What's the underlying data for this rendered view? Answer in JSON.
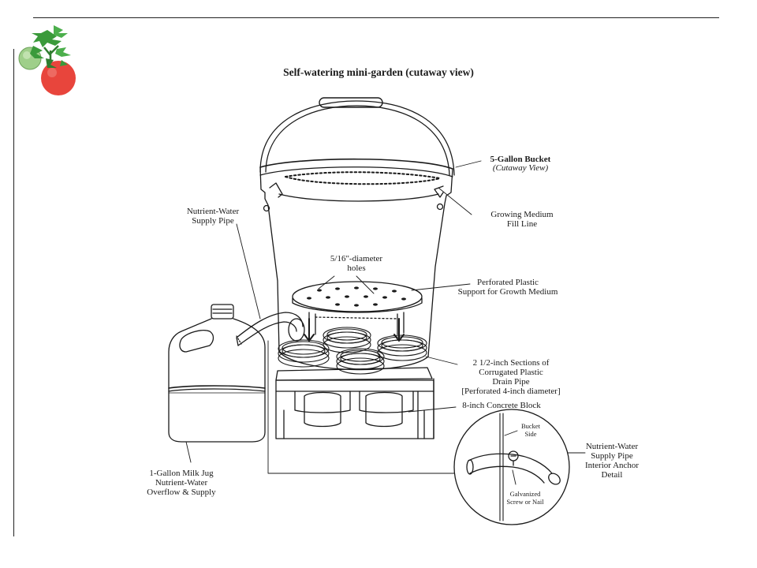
{
  "title": "Self-watering mini-garden (cutaway view)",
  "labels": {
    "bucket": "5-Gallon Bucket",
    "bucket_sub": "(Cutaway View)",
    "fill_line": "Growing Medium\nFill Line",
    "supply_pipe": "Nutrient-Water\nSupply Pipe",
    "holes": "5/16\"-diameter\nholes",
    "support": "Perforated Plastic\nSupport for Growth Medium",
    "drain_pipe": "2 1/2-inch Sections of\nCorrugated Plastic\nDrain Pipe\n[Perforated 4-inch diameter]",
    "block": "8-inch Concrete Block",
    "jug": "1-Gallon Milk Jug\nNutrient-Water\nOverflow & Supply",
    "anchor": "Nutrient-Water\nSupply Pipe\nInterior Anchor\nDetail",
    "bucket_side": "Bucket\nSide",
    "screw": "Galvanized\nScrew or Nail"
  },
  "colors": {
    "ink": "#1a1a1a",
    "tomato_red": "#e8453c",
    "tomato_green": "#8fc47a",
    "leaf_green": "#3a9a3a"
  }
}
